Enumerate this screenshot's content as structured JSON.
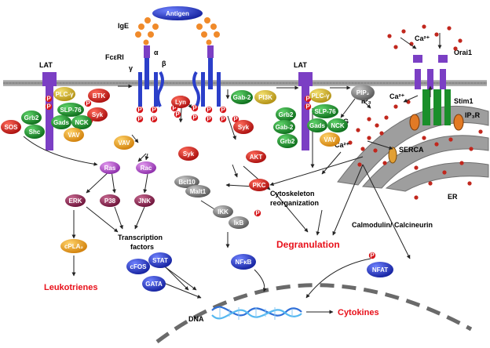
{
  "labels": {
    "antigen": "Antigen",
    "ige": "IgE",
    "fceri": "FcεRI",
    "alpha": "α",
    "beta": "β",
    "gamma": "γ",
    "lat_left": "LAT",
    "lat_right": "LAT",
    "orai1": "Orai1",
    "ca_top": "Ca²⁺",
    "ca_mid": "Ca²⁺",
    "stim1": "Stim1",
    "ip3r": "IP₃R",
    "ip3": "IP₃",
    "dag": "DAG",
    "ca_lower": "Ca²⁺",
    "serca": "SERCA",
    "er": "ER",
    "cytoskeleton": "Cytoskeleton reorganization",
    "calmodulin": "Calmodulin/ Calcineurin",
    "transcription": "Transcription factors",
    "degranulation": "Degranulation",
    "leukotrienes": "Leukotrienes",
    "dna": "DNA",
    "cytokines": "Cytokines",
    "phospho": "P"
  },
  "nodes": {
    "plcg_left": "PLC-γ",
    "btk": "BTK",
    "grb2_left": "Grb2",
    "slp76_left": "SLP-76",
    "syk_left": "Syk",
    "gads_left": "Gads",
    "nck_left": "NCK",
    "sos": "SOS",
    "shc": "Shc",
    "vav_left": "VAV",
    "vav_mid": "VAV",
    "lyn": "Lyn",
    "syk_mid": "Syk",
    "syk_right": "Syk",
    "gab2": "Gab-2",
    "pi3k": "PI3K",
    "plcg_right": "PLC-γ",
    "grb2_r1": "Grb2",
    "slp76_right": "SLP-76",
    "gab2_b": "Gab-2",
    "gads_right": "Gads",
    "nck_right": "NCK",
    "grb2_r2": "Grb2",
    "vav_right": "VAV",
    "pip2": "PIP₂",
    "ras": "Ras",
    "rac": "Rac",
    "erk": "ERK",
    "p38": "P38",
    "jnk": "JNK",
    "akt": "AKT",
    "bcl10": "Bcl10",
    "malt1": "Malt1",
    "pkc": "PKC",
    "ikk": "IKK",
    "ikb": "IκB",
    "cpla2": "cPLA₂",
    "cfos": "cFOS",
    "stat": "STAT",
    "gata": "GATA",
    "nfkb": "NFκB",
    "nfat": "NFAT"
  },
  "colors": {
    "green": "#1a8f2a",
    "red": "#d91a1a",
    "blue": "#1d2fd0",
    "purple": "#9a2fb0",
    "magenta": "#c65ad6",
    "maroon": "#8a1f47",
    "orange": "#f0a318",
    "yellow": "#d8b020",
    "grey": "#7a7a7a",
    "membrane": "#8a8a8a",
    "accent_red": "#e8101a"
  }
}
